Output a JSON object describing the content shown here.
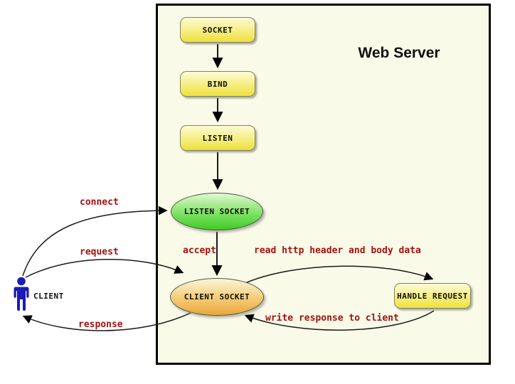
{
  "diagram": {
    "title": "Web Server",
    "nodes": {
      "socket": "SOCKET",
      "bind": "BIND",
      "listen": "LISTEN",
      "listen_socket": "LISTEN SOCKET",
      "client_socket": "CLIENT SOCKET",
      "handle_request": "HANDLE REQUEST",
      "client": "CLIENT"
    },
    "edges": {
      "connect": "connect",
      "request": "request",
      "response": "response",
      "accept": "accept",
      "read": "read http header and body data",
      "write": "write response to client"
    },
    "icons": {
      "client": "person-icon"
    },
    "colors": {
      "page_background": "#ffffff",
      "server_box_background": "#fafae8",
      "server_box_border": "#000000",
      "process_fill_top": "#fdfbd8",
      "process_fill_bottom": "#eee13a",
      "listen_socket_fill_top": "#e2f8d4",
      "listen_socket_fill_bottom": "#3ecc23",
      "client_socket_fill_top": "#fdf4dc",
      "client_socket_fill_bottom": "#eba63a",
      "edge_label_text": "#a31212",
      "node_label_text": "#101010",
      "client_figure": "#1b1bb5",
      "arrow_stroke": "#000000"
    }
  }
}
